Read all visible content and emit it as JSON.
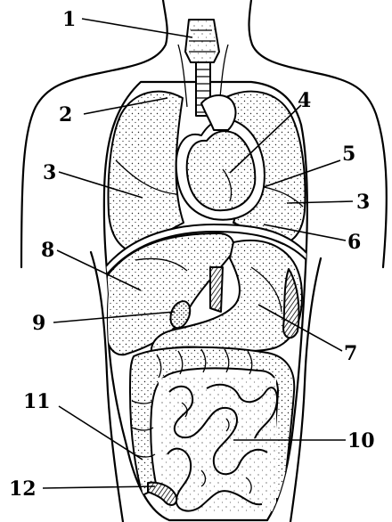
{
  "diagram": {
    "labels": {
      "n1": "1",
      "n2": "2",
      "n3_left": "3",
      "n3_right": "3",
      "n4": "4",
      "n5": "5",
      "n6": "6",
      "n7": "7",
      "n8": "8",
      "n9": "9",
      "n10": "10",
      "n11": "11",
      "n12": "12"
    }
  }
}
